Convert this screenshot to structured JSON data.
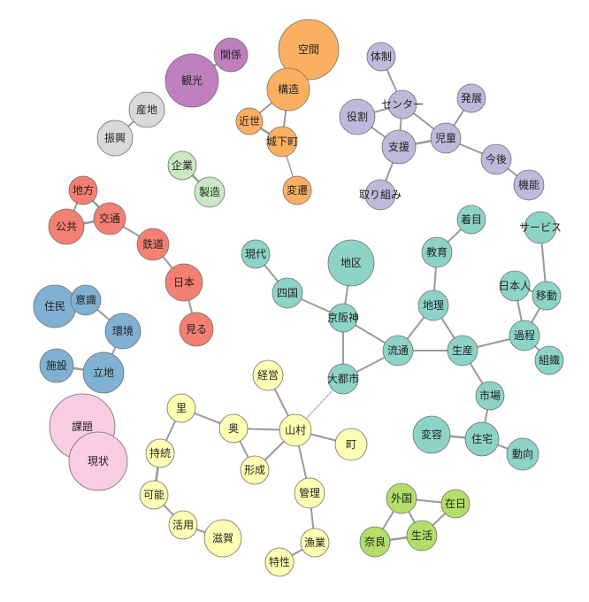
{
  "diagram": {
    "type": "co-occurrence-network",
    "group_colors": {
      "orange": "#fbb061",
      "purple": "#bfb9db",
      "magenta": "#bf7fbf",
      "gray": "#d9d9d9",
      "lightgreen": "#cbe9c4",
      "red": "#f47f73",
      "teal": "#8dd3c7",
      "blue": "#80b1d3",
      "pink": "#fbcde4",
      "yellow": "#ffffb3",
      "green": "#b3de69"
    },
    "nodes": [
      {
        "id": "kukan",
        "label": "空間",
        "group": "orange"
      },
      {
        "id": "kozo",
        "label": "構造",
        "group": "orange"
      },
      {
        "id": "kinsei",
        "label": "近世",
        "group": "orange"
      },
      {
        "id": "jokamachi",
        "label": "城下町",
        "group": "orange"
      },
      {
        "id": "hensen",
        "label": "変遷",
        "group": "orange"
      },
      {
        "id": "kankei",
        "label": "関係",
        "group": "magenta"
      },
      {
        "id": "kanko",
        "label": "観光",
        "group": "magenta"
      },
      {
        "id": "sanchi",
        "label": "産地",
        "group": "gray"
      },
      {
        "id": "shinko",
        "label": "振興",
        "group": "gray"
      },
      {
        "id": "kigyo",
        "label": "企業",
        "group": "lightgreen"
      },
      {
        "id": "seizo",
        "label": "製造",
        "group": "lightgreen"
      },
      {
        "id": "taisei",
        "label": "体制",
        "group": "purple"
      },
      {
        "id": "center",
        "label": "センター",
        "group": "purple"
      },
      {
        "id": "yakuwari",
        "label": "役割",
        "group": "purple"
      },
      {
        "id": "shien",
        "label": "支援",
        "group": "purple"
      },
      {
        "id": "jido",
        "label": "児童",
        "group": "purple"
      },
      {
        "id": "hattatsu",
        "label": "発展",
        "group": "purple"
      },
      {
        "id": "kongo",
        "label": "今後",
        "group": "purple"
      },
      {
        "id": "kino",
        "label": "機能",
        "group": "purple"
      },
      {
        "id": "torikumi",
        "label": "取り組み",
        "group": "purple"
      },
      {
        "id": "chiho",
        "label": "地方",
        "group": "red"
      },
      {
        "id": "kokyo",
        "label": "公共",
        "group": "red"
      },
      {
        "id": "kotsu",
        "label": "交通",
        "group": "red"
      },
      {
        "id": "tetsudo",
        "label": "鉄道",
        "group": "red"
      },
      {
        "id": "nihon",
        "label": "日本",
        "group": "red"
      },
      {
        "id": "miru",
        "label": "見る",
        "group": "red"
      },
      {
        "id": "jumin",
        "label": "住民",
        "group": "blue"
      },
      {
        "id": "ishiki",
        "label": "意識",
        "group": "blue"
      },
      {
        "id": "kankyo",
        "label": "環境",
        "group": "blue"
      },
      {
        "id": "shisetsu",
        "label": "施設",
        "group": "blue"
      },
      {
        "id": "ricchi",
        "label": "立地",
        "group": "blue"
      },
      {
        "id": "kadai",
        "label": "課題",
        "group": "pink"
      },
      {
        "id": "genjo",
        "label": "現状",
        "group": "pink"
      },
      {
        "id": "gendai",
        "label": "現代",
        "group": "teal"
      },
      {
        "id": "shikoku",
        "label": "四国",
        "group": "teal"
      },
      {
        "id": "chiku",
        "label": "地区",
        "group": "teal"
      },
      {
        "id": "keihanshin",
        "label": "京阪神",
        "group": "teal"
      },
      {
        "id": "daitoshi",
        "label": "大都市",
        "group": "teal"
      },
      {
        "id": "ryutsu",
        "label": "流通",
        "group": "teal"
      },
      {
        "id": "chiri",
        "label": "地理",
        "group": "teal"
      },
      {
        "id": "kyoiku",
        "label": "教育",
        "group": "teal"
      },
      {
        "id": "chakumoku",
        "label": "着目",
        "group": "teal"
      },
      {
        "id": "seisan",
        "label": "生産",
        "group": "teal"
      },
      {
        "id": "shijo",
        "label": "市場",
        "group": "teal"
      },
      {
        "id": "jutaku",
        "label": "住宅",
        "group": "teal"
      },
      {
        "id": "henyo",
        "label": "変容",
        "group": "teal"
      },
      {
        "id": "doko",
        "label": "動向",
        "group": "teal"
      },
      {
        "id": "service",
        "label": "サービス",
        "group": "teal"
      },
      {
        "id": "nihonjin",
        "label": "日本人",
        "group": "teal"
      },
      {
        "id": "ido",
        "label": "移動",
        "group": "teal"
      },
      {
        "id": "katei",
        "label": "過程",
        "group": "teal"
      },
      {
        "id": "soshiki",
        "label": "組織",
        "group": "teal"
      },
      {
        "id": "sato",
        "label": "里",
        "group": "yellow"
      },
      {
        "id": "oku",
        "label": "奥",
        "group": "yellow"
      },
      {
        "id": "keiei",
        "label": "経営",
        "group": "yellow"
      },
      {
        "id": "sanson",
        "label": "山村",
        "group": "yellow"
      },
      {
        "id": "machi",
        "label": "町",
        "group": "yellow"
      },
      {
        "id": "keisei",
        "label": "形成",
        "group": "yellow"
      },
      {
        "id": "jizoku",
        "label": "持続",
        "group": "yellow"
      },
      {
        "id": "kano",
        "label": "可能",
        "group": "yellow"
      },
      {
        "id": "katsuyo",
        "label": "活用",
        "group": "yellow"
      },
      {
        "id": "shiga",
        "label": "滋賀",
        "group": "yellow"
      },
      {
        "id": "kanri",
        "label": "管理",
        "group": "yellow"
      },
      {
        "id": "gyogyo",
        "label": "漁業",
        "group": "yellow"
      },
      {
        "id": "tokusei",
        "label": "特性",
        "group": "yellow"
      },
      {
        "id": "gaikoku",
        "label": "外国",
        "group": "green"
      },
      {
        "id": "zainichi",
        "label": "在日",
        "group": "green"
      },
      {
        "id": "nara",
        "label": "奈良",
        "group": "green"
      },
      {
        "id": "seikatsu",
        "label": "生活",
        "group": "green"
      }
    ],
    "edges": [
      {
        "from": "kukan",
        "to": "kozo",
        "weight": 2
      },
      {
        "from": "kozo",
        "to": "kinsei",
        "weight": 2
      },
      {
        "from": "kozo",
        "to": "jokamachi",
        "weight": 2
      },
      {
        "from": "kinsei",
        "to": "jokamachi",
        "weight": 3
      },
      {
        "from": "jokamachi",
        "to": "hensen",
        "weight": 1
      },
      {
        "from": "kankei",
        "to": "kanko",
        "weight": 3
      },
      {
        "from": "sanchi",
        "to": "shinko",
        "weight": 2
      },
      {
        "from": "kigyo",
        "to": "seizo",
        "weight": 3
      },
      {
        "from": "taisei",
        "to": "center",
        "weight": 2
      },
      {
        "from": "center",
        "to": "yakuwari",
        "weight": 2
      },
      {
        "from": "center",
        "to": "shien",
        "weight": 2
      },
      {
        "from": "center",
        "to": "jido",
        "weight": 2
      },
      {
        "from": "yakuwari",
        "to": "shien",
        "weight": 2
      },
      {
        "from": "shien",
        "to": "jido",
        "weight": 3
      },
      {
        "from": "shien",
        "to": "torikumi",
        "weight": 2
      },
      {
        "from": "jido",
        "to": "hattatsu",
        "weight": 2
      },
      {
        "from": "jido",
        "to": "kongo",
        "weight": 2
      },
      {
        "from": "kongo",
        "to": "kino",
        "weight": 2
      },
      {
        "from": "chiho",
        "to": "kokyo",
        "weight": 2
      },
      {
        "from": "chiho",
        "to": "kotsu",
        "weight": 3
      },
      {
        "from": "kokyo",
        "to": "kotsu",
        "weight": 3
      },
      {
        "from": "kotsu",
        "to": "tetsudo",
        "weight": 2
      },
      {
        "from": "tetsudo",
        "to": "nihon",
        "weight": 2
      },
      {
        "from": "nihon",
        "to": "miru",
        "weight": 2
      },
      {
        "from": "jumin",
        "to": "ishiki",
        "weight": 3
      },
      {
        "from": "ishiki",
        "to": "kankyo",
        "weight": 2
      },
      {
        "from": "kankyo",
        "to": "ricchi",
        "weight": 2
      },
      {
        "from": "shisetsu",
        "to": "ricchi",
        "weight": 3
      },
      {
        "from": "kadai",
        "to": "genjo",
        "weight": 3
      },
      {
        "from": "gendai",
        "to": "shikoku",
        "weight": 2
      },
      {
        "from": "shikoku",
        "to": "keihanshin",
        "weight": 2
      },
      {
        "from": "chiku",
        "to": "keihanshin",
        "weight": 2
      },
      {
        "from": "keihanshin",
        "to": "daitoshi",
        "weight": 2
      },
      {
        "from": "keihanshin",
        "to": "ryutsu",
        "weight": 2
      },
      {
        "from": "daitoshi",
        "to": "ryutsu",
        "weight": 2
      },
      {
        "from": "ryutsu",
        "to": "chiri",
        "weight": 2
      },
      {
        "from": "ryutsu",
        "to": "seisan",
        "weight": 2
      },
      {
        "from": "chiri",
        "to": "seisan",
        "weight": 2
      },
      {
        "from": "chiri",
        "to": "kyoiku",
        "weight": 2
      },
      {
        "from": "kyoiku",
        "to": "chakumoku",
        "weight": 2
      },
      {
        "from": "seisan",
        "to": "katei",
        "weight": 2
      },
      {
        "from": "seisan",
        "to": "shijo",
        "weight": 2
      },
      {
        "from": "shijo",
        "to": "jutaku",
        "weight": 2
      },
      {
        "from": "henyo",
        "to": "jutaku",
        "weight": 3
      },
      {
        "from": "jutaku",
        "to": "doko",
        "weight": 2
      },
      {
        "from": "service",
        "to": "ido",
        "weight": 2
      },
      {
        "from": "nihonjin",
        "to": "ido",
        "weight": 2
      },
      {
        "from": "nihonjin",
        "to": "katei",
        "weight": 2
      },
      {
        "from": "ido",
        "to": "katei",
        "weight": 2
      },
      {
        "from": "katei",
        "to": "soshiki",
        "weight": 2
      },
      {
        "from": "daitoshi",
        "to": "sanson",
        "weight": 1,
        "style": "dashed"
      },
      {
        "from": "sato",
        "to": "oku",
        "weight": 2
      },
      {
        "from": "sato",
        "to": "jizoku",
        "weight": 2
      },
      {
        "from": "oku",
        "to": "sanson",
        "weight": 2
      },
      {
        "from": "oku",
        "to": "keisei",
        "weight": 2
      },
      {
        "from": "keisei",
        "to": "sanson",
        "weight": 2
      },
      {
        "from": "keiei",
        "to": "sanson",
        "weight": 2
      },
      {
        "from": "sanson",
        "to": "machi",
        "weight": 2
      },
      {
        "from": "sanson",
        "to": "kanri",
        "weight": 2
      },
      {
        "from": "kanri",
        "to": "gyogyo",
        "weight": 2
      },
      {
        "from": "gyogyo",
        "to": "tokusei",
        "weight": 2
      },
      {
        "from": "jizoku",
        "to": "kano",
        "weight": 3
      },
      {
        "from": "kano",
        "to": "katsuyo",
        "weight": 2
      },
      {
        "from": "katsuyo",
        "to": "shiga",
        "weight": 2
      },
      {
        "from": "gaikoku",
        "to": "zainichi",
        "weight": 2
      },
      {
        "from": "gaikoku",
        "to": "nara",
        "weight": 2
      },
      {
        "from": "gaikoku",
        "to": "seikatsu",
        "weight": 2
      },
      {
        "from": "zainichi",
        "to": "seikatsu",
        "weight": 2
      },
      {
        "from": "nara",
        "to": "seikatsu",
        "weight": 3
      }
    ]
  }
}
